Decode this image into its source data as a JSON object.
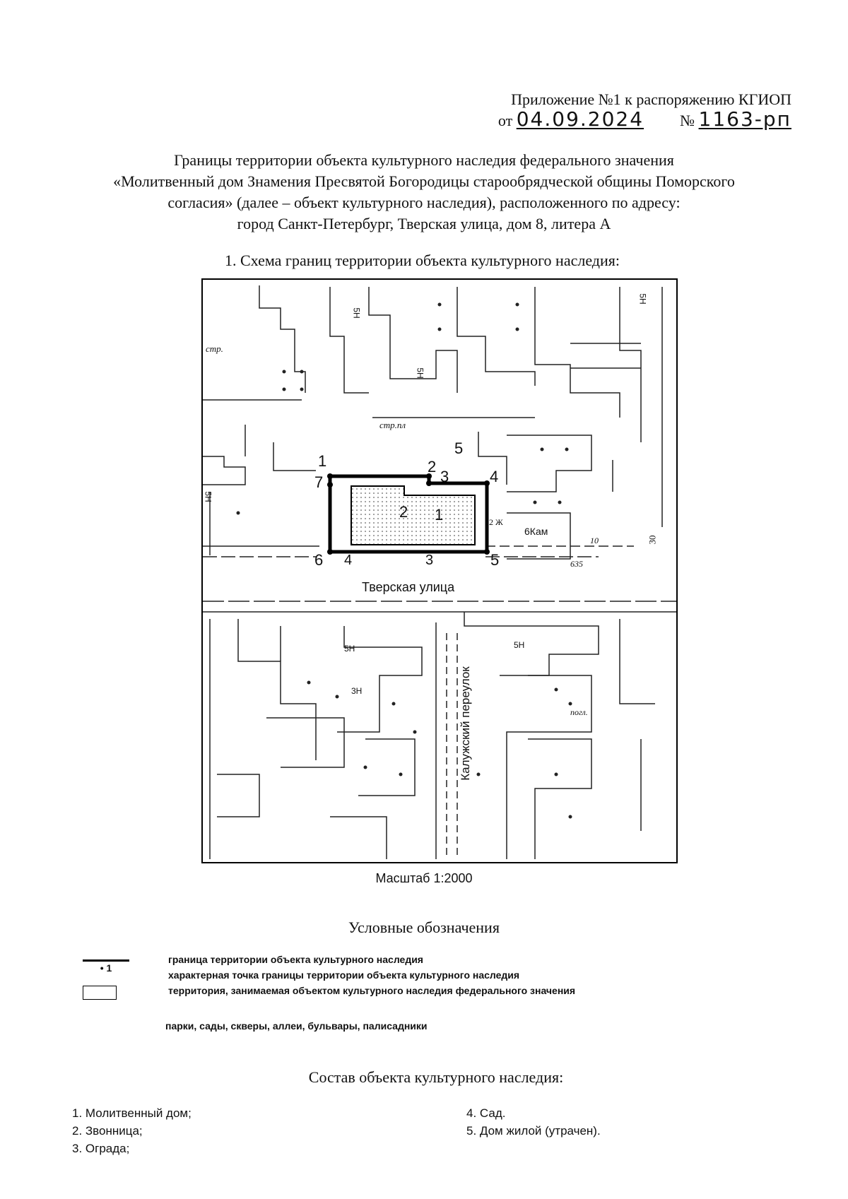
{
  "header": {
    "line1": "Приложение №1 к распоряжению КГИОП",
    "from_label": "от",
    "date": "04.09.2024",
    "number_label": "№",
    "number": "1163-рп"
  },
  "title_lines": [
    "Границы территории объекта культурного наследия федерального значения",
    "«Молитвенный дом Знамения Пресвятой Богородицы старообрядческой общины Поморского",
    "согласия» (далее – объект культурного наследия), расположенного по адресу:",
    "город Санкт-Петербург, Тверская улица, дом 8, литера А"
  ],
  "scheme_heading": "1.   Схема границ территории объекта культурного наследия:",
  "map": {
    "street_label": "Тверская улица",
    "lane_label": "Калужский переулок",
    "boundary_points": [
      "1",
      "2",
      "3",
      "4",
      "5",
      "6",
      "7"
    ],
    "element_labels": [
      "1",
      "2",
      "3",
      "4",
      "5"
    ],
    "building_labels": [
      "5Н",
      "5Н",
      "5Н",
      "6Кам",
      "5Н",
      "3Н",
      "5Н",
      "5Н"
    ],
    "misc_labels": [
      "стр.",
      "стр.пл",
      "635",
      "30",
      "10",
      "2 Ж",
      "погл."
    ]
  },
  "scale": "Масштаб 1:2000",
  "legend": {
    "title": "Условные обозначения",
    "point_symbol": "1",
    "items": [
      "граница территории объекта культурного наследия",
      "характерная точка границы территории объекта культурного наследия",
      "территория, занимаемая объектом культурного наследия федерального значения",
      "парки, сады, скверы, аллеи, бульвары, палисадники"
    ]
  },
  "composition": {
    "title": "Состав объекта культурного наследия:",
    "items": [
      "1. Молитвенный дом;",
      "2. Звонница;",
      "3. Ограда;",
      "4. Сад.",
      "5. Дом жилой (утрачен)."
    ]
  }
}
